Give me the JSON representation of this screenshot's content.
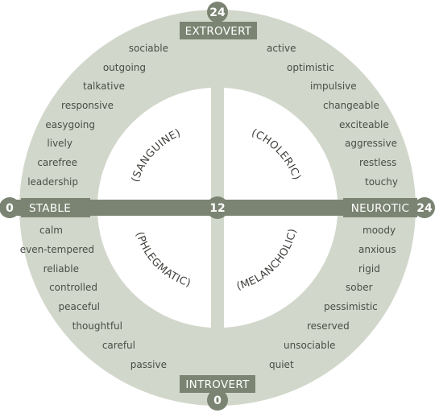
{
  "axes": {
    "top_label": "EXTROVERT",
    "bottom_label": "INTROVERT",
    "left_label": "STABLE",
    "right_label": "NEUROTIC",
    "top_value": "24",
    "bottom_value": "0",
    "left_value": "0",
    "right_value": "24",
    "center_value": "12"
  },
  "temperaments": {
    "sanguine": "(SANGUINE)",
    "choleric": "(CHOLERIC)",
    "phlegmatic": "(PHLEGMATIC)",
    "melancholic": "(MELANCHOLIC)"
  },
  "traits": {
    "top_left": [
      "sociable",
      "outgoing",
      "talkative",
      "responsive",
      "easygoing",
      "lively",
      "carefree",
      "leadership"
    ],
    "top_right": [
      "active",
      "optimistic",
      "impulsive",
      "changeable",
      "exciteable",
      "aggressive",
      "restless",
      "touchy"
    ],
    "bottom_left": [
      "calm",
      "even-tempered",
      "reliable",
      "controlled",
      "peaceful",
      "thoughtful",
      "careful",
      "passive"
    ],
    "bottom_right": [
      "moody",
      "anxious",
      "rigid",
      "sober",
      "pessimistic",
      "reserved",
      "unsociable",
      "quiet"
    ]
  },
  "colors": {
    "ring": "#d2d7cb",
    "axis": "#7b8472",
    "inner": "#ffffff"
  }
}
